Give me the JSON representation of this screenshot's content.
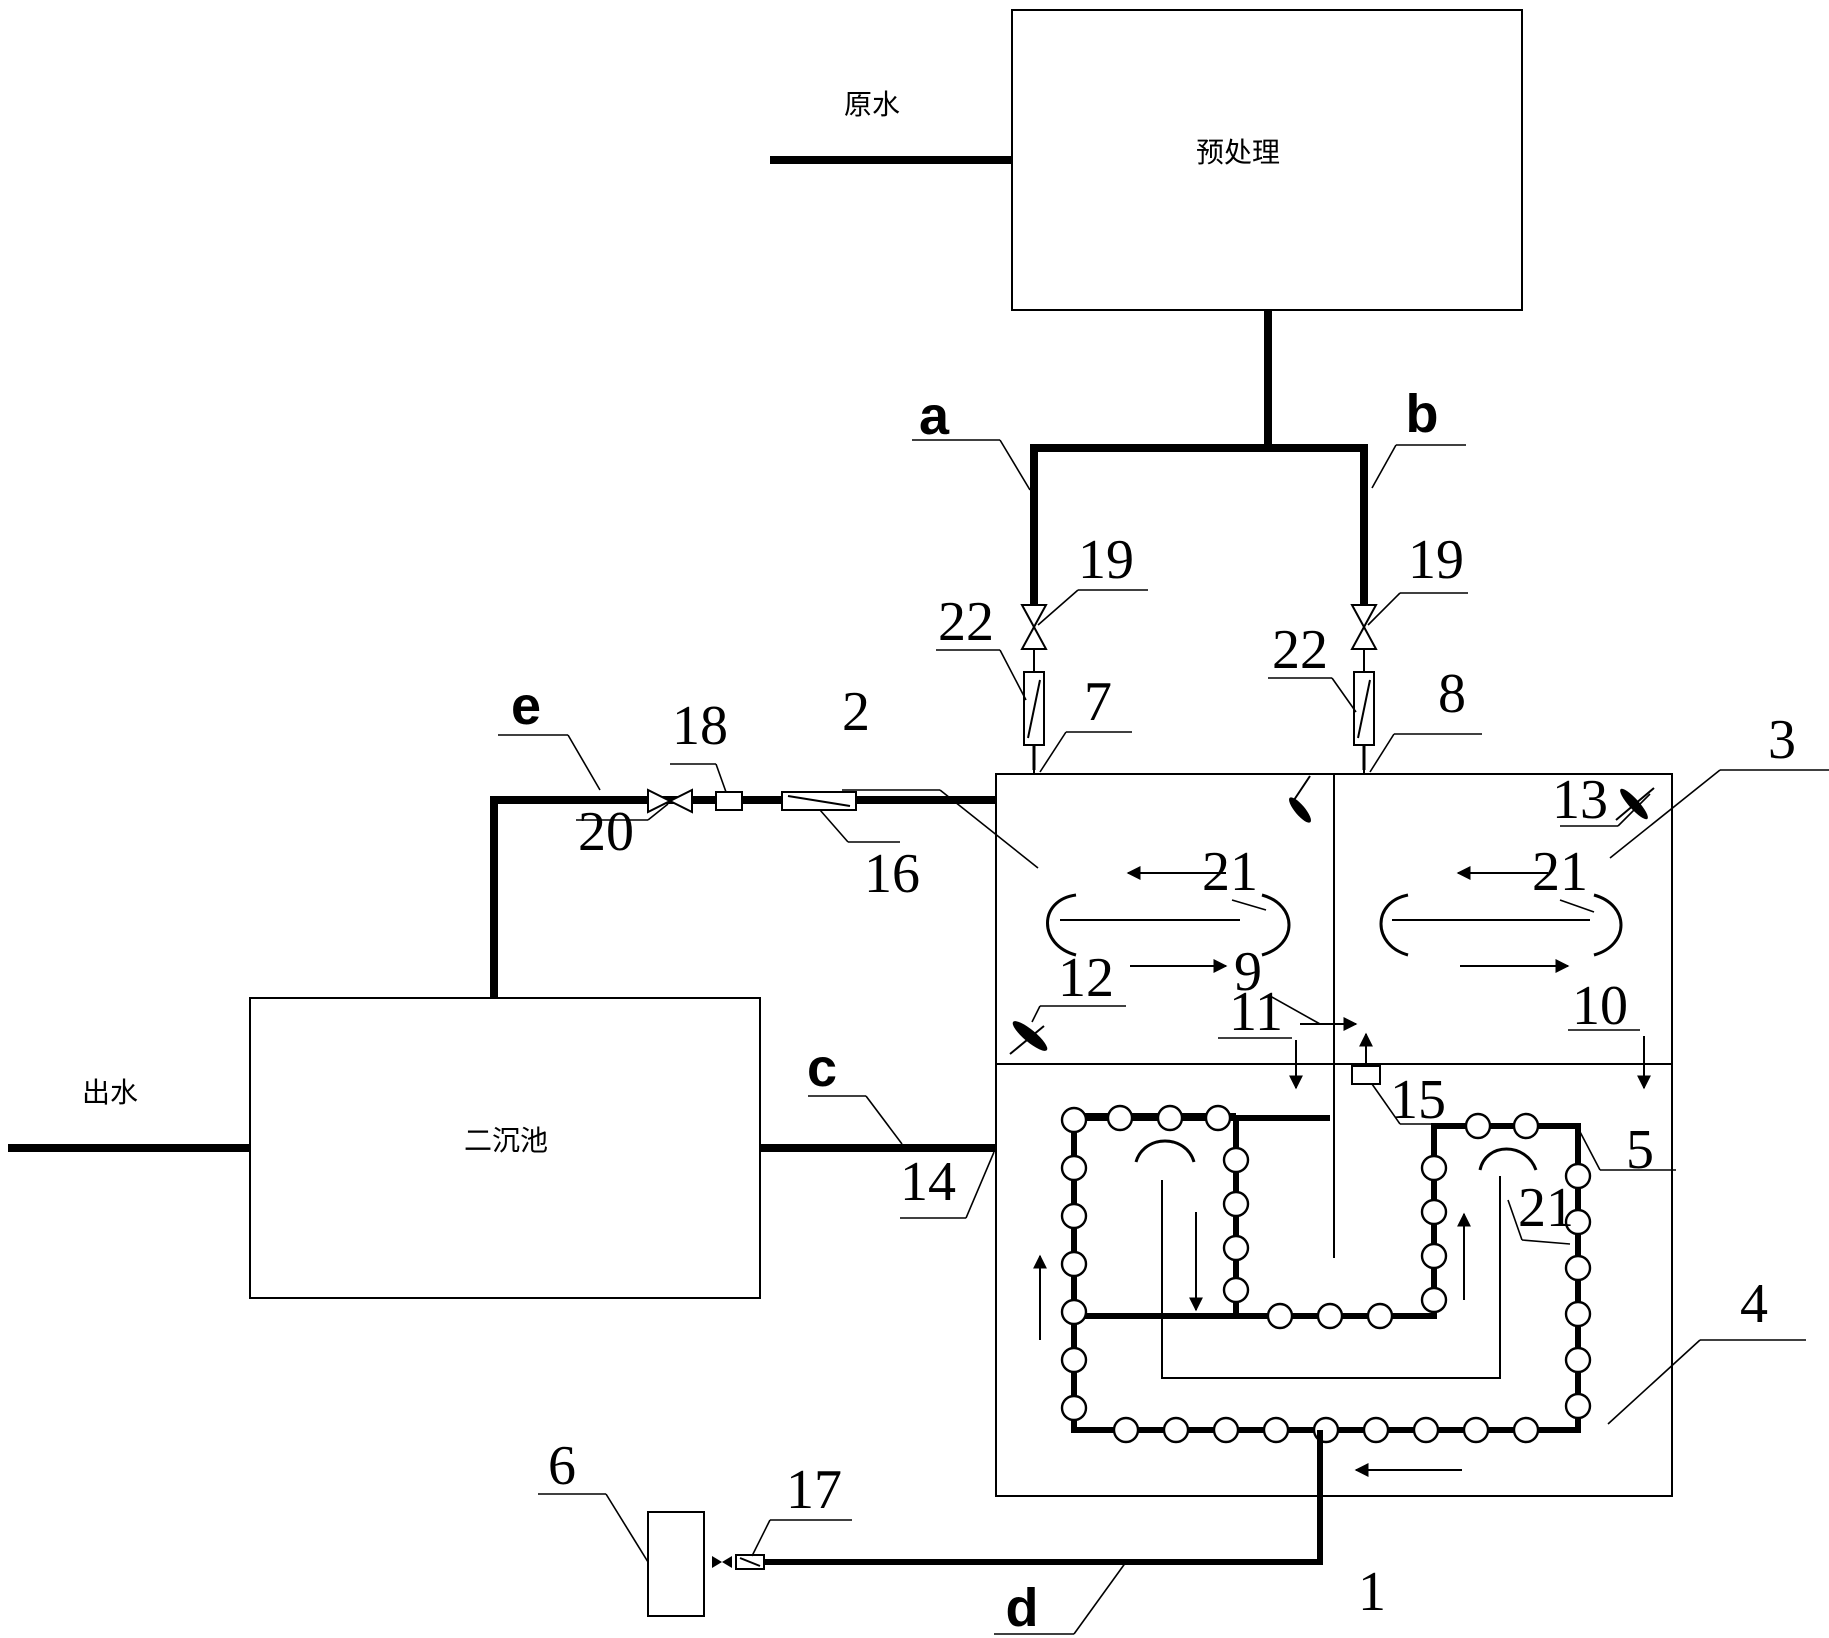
{
  "boxes": {
    "pretreatment": "预处理",
    "secondary_clarifier": "二沉池"
  },
  "flows": {
    "raw_water": "原水",
    "effluent": "出水"
  },
  "pipe_labels": {
    "a": "a",
    "b": "b",
    "c": "c",
    "d": "d",
    "e": "e"
  },
  "callouts": {
    "n1": "1",
    "n2": "2",
    "n3": "3",
    "n4": "4",
    "n5": "5",
    "n6": "6",
    "n7": "7",
    "n8": "8",
    "n9": "9",
    "n10": "10",
    "n11": "11",
    "n12": "12",
    "n13": "13",
    "n14": "14",
    "n15": "15",
    "n16": "16",
    "n17": "17",
    "n18": "18",
    "n19_left": "19",
    "n19_right": "19",
    "n20": "20",
    "n21_a": "21",
    "n21_b": "21",
    "n21_c": "21",
    "n22_left": "22",
    "n22_right": "22"
  }
}
